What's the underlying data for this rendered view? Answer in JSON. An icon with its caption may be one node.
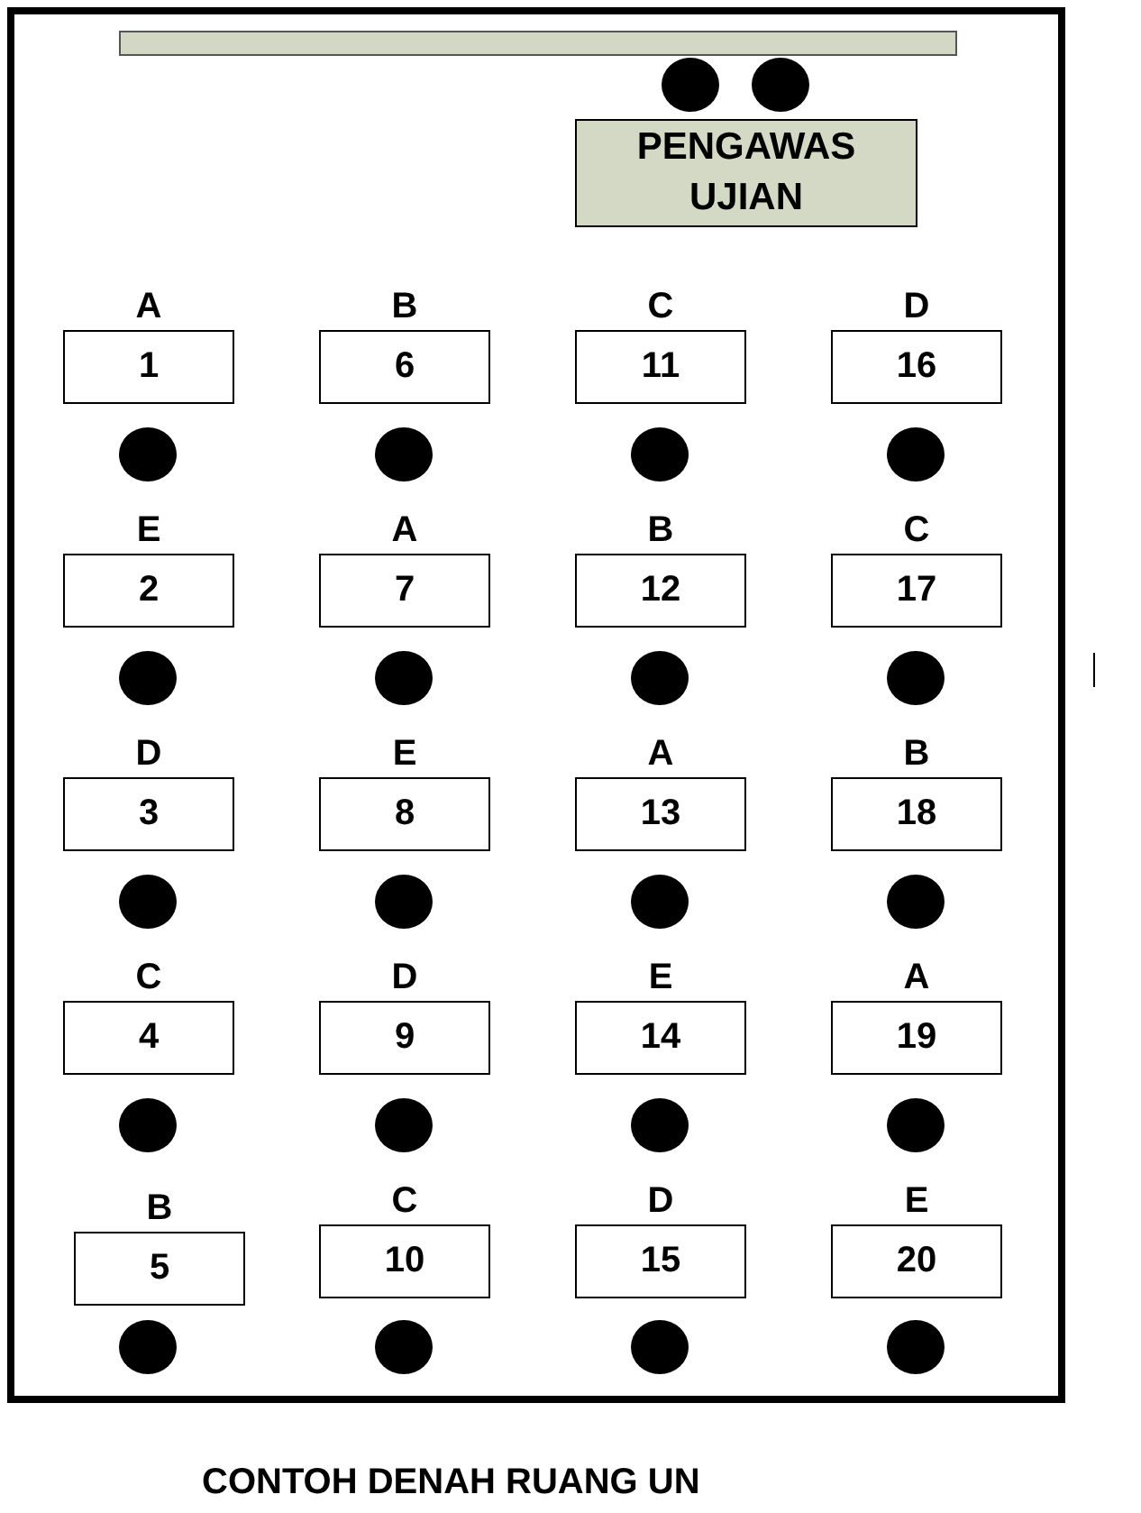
{
  "diagram": {
    "caption": "CONTOH DENAH RUANG UN",
    "nodes": [
      {
        "text": [],
        "shape": "bar"
      },
      {
        "text": [
          "PENGAWAS UJIAN"
        ]
      },
      {
        "text": [
          "A",
          "1"
        ]
      },
      {
        "text": [
          "B",
          "6"
        ]
      },
      {
        "text": [
          "C",
          "11"
        ]
      },
      {
        "text": [
          "D",
          "16"
        ]
      },
      {
        "text": [
          "E",
          "2"
        ]
      },
      {
        "text": [
          "A",
          "7"
        ]
      },
      {
        "text": [
          "B",
          "12"
        ]
      },
      {
        "text": [
          "C",
          "17"
        ]
      },
      {
        "text": [
          "D",
          "3"
        ]
      },
      {
        "text": [
          "E",
          "8"
        ]
      },
      {
        "text": [
          "A",
          "13"
        ]
      },
      {
        "text": [
          "B",
          "18"
        ]
      },
      {
        "text": [
          "C",
          "4"
        ]
      },
      {
        "text": [
          "D",
          "9"
        ]
      },
      {
        "text": [
          "E",
          "14"
        ]
      },
      {
        "text": [
          "A",
          "19"
        ]
      },
      {
        "text": [
          "B",
          "5"
        ]
      },
      {
        "text": [
          "C",
          "10"
        ]
      },
      {
        "text": [
          "D",
          "15"
        ]
      },
      {
        "text": [
          "E",
          "20"
        ]
      }
    ]
  }
}
